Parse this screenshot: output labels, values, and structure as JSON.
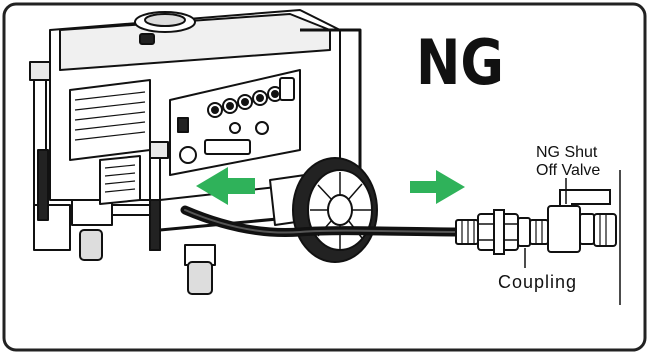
{
  "title": "NG",
  "labels": {
    "valve": [
      "NG Shut",
      "Off Valve"
    ],
    "coupling": "Coupling"
  },
  "colors": {
    "frame": "#222222",
    "arrow": "#2fb25a",
    "line": "#111111",
    "fill": "#ffffff"
  }
}
